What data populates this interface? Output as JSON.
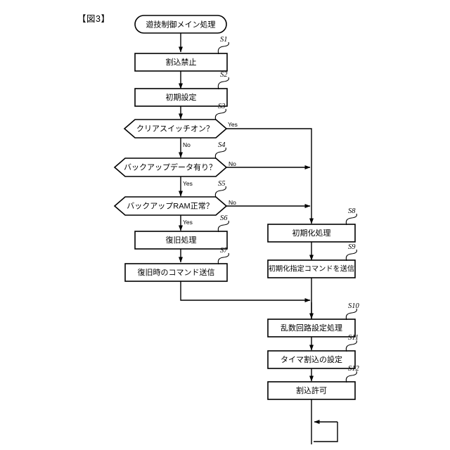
{
  "figure": {
    "label": "【図3】",
    "title_terminal": "遊技制御メイン処理"
  },
  "nodes": {
    "s1": {
      "step": "S1",
      "text": "割込禁止",
      "type": "process"
    },
    "s2": {
      "step": "S2",
      "text": "初期設定",
      "type": "process"
    },
    "s3": {
      "step": "S3",
      "text": "クリアスイッチオン？",
      "type": "decision"
    },
    "s4": {
      "step": "S4",
      "text": "バックアップデータ有り？",
      "type": "decision"
    },
    "s5": {
      "step": "S5",
      "text": "バックアップRAM正常？",
      "type": "decision"
    },
    "s6": {
      "step": "S6",
      "text": "復旧処理",
      "type": "process"
    },
    "s7": {
      "step": "S7",
      "text": "復旧時のコマンド送信",
      "type": "process"
    },
    "s8": {
      "step": "S8",
      "text": "初期化処理",
      "type": "process"
    },
    "s9": {
      "step": "S9",
      "text": "初期化指定コマンドを送信",
      "type": "process"
    },
    "s10": {
      "step": "S10",
      "text": "乱数回路設定処理",
      "type": "process"
    },
    "s11": {
      "step": "S11",
      "text": "タイマ割込の設定",
      "type": "process"
    },
    "s12": {
      "step": "S12",
      "text": "割込許可",
      "type": "process"
    }
  },
  "edge_labels": {
    "s3_yes": "Yes",
    "s3_no": "No",
    "s4_no": "No",
    "s4_yes": "Yes",
    "s5_no": "No",
    "s5_yes": "Yes"
  },
  "colors": {
    "stroke": "#000000",
    "fill": "#ffffff",
    "background": "#ffffff"
  }
}
